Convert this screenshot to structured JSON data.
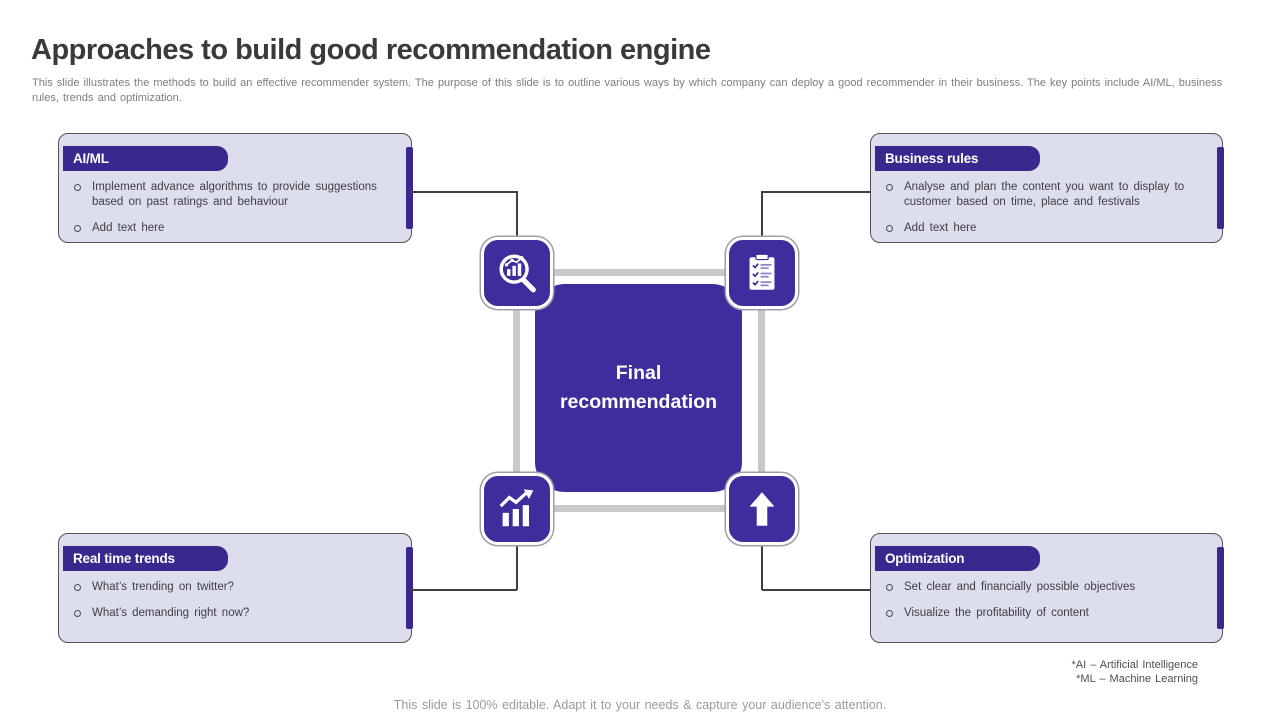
{
  "slide": {
    "title": "Approaches to build good recommendation engine",
    "subtitle": "This slide illustrates the methods to build an effective recommender system. The purpose of this slide is to outline various ways by which company can deploy a good recommender in their business. The key points include AI/ML, business rules, trends and optimization.",
    "footer": "This slide is 100% editable. Adapt it to your needs & capture your audience's attention.",
    "footnotes": [
      "*AI – Artificial Intelligence",
      "*ML – Machine Learning"
    ]
  },
  "center": {
    "label": "Final recommendation"
  },
  "nodes": [
    {
      "title": "AI/ML",
      "icon": "search-analytics-icon",
      "bullets": [
        "Implement advance algorithms to provide suggestions based on past ratings and behaviour",
        "Add text here"
      ]
    },
    {
      "title": "Business rules",
      "icon": "checklist-icon",
      "bullets": [
        "Analyse and plan the content you want to display to customer based on time, place and festivals",
        "Add text here"
      ]
    },
    {
      "title": "Real time trends",
      "icon": "trend-chart-icon",
      "bullets": [
        "What’s trending on twitter?",
        "What’s demanding right now?"
      ]
    },
    {
      "title": "Optimization",
      "icon": "up-arrow-icon",
      "bullets": [
        "Set clear and financially possible objectives",
        "Visualize the profitability of content"
      ]
    }
  ],
  "colors": {
    "primary_purple": "#3E2D9C",
    "tab_purple": "#39288E",
    "box_fill": "#DCDEEE",
    "connector_grey": "#C9C9C9",
    "line_dark": "#3F3F44"
  }
}
